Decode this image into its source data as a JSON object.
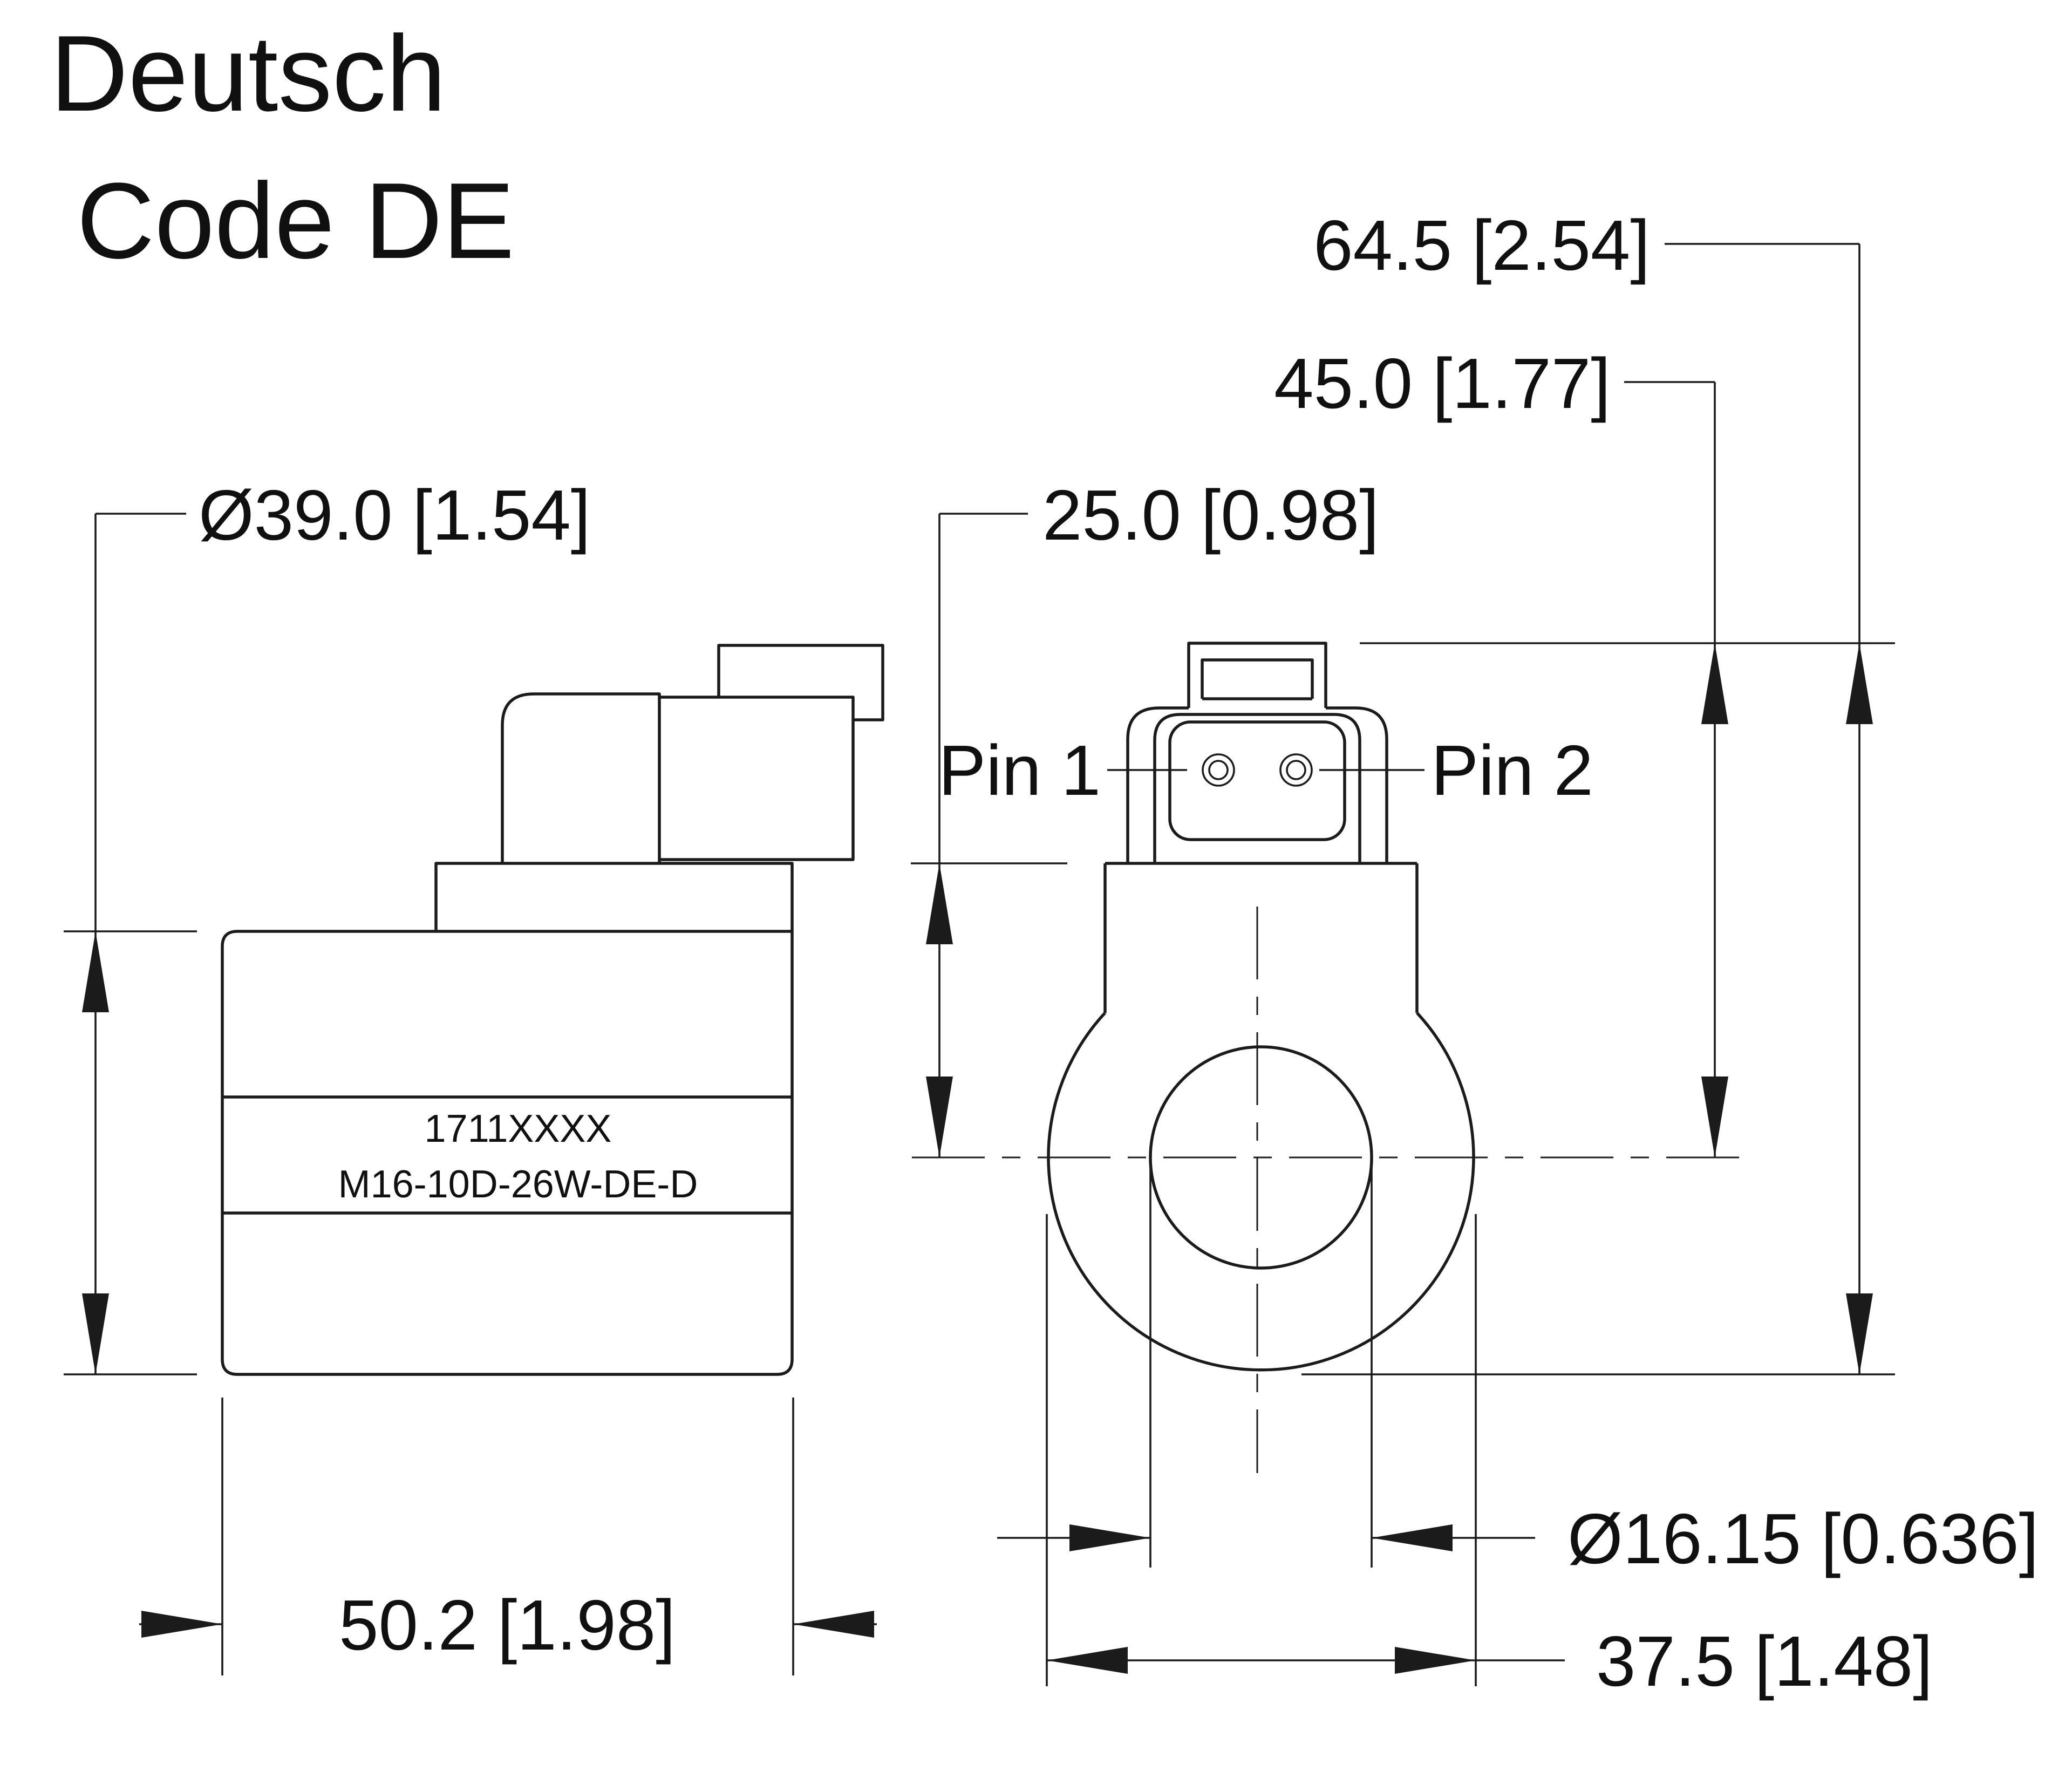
{
  "title": {
    "line1": "Deutsch",
    "line2": "Code DE"
  },
  "side_view": {
    "part_number": "1711XXXX",
    "model_code": "M16-10D-26W-DE-D"
  },
  "front_view": {
    "pin1_label": "Pin 1",
    "pin2_label": "Pin 2"
  },
  "dimensions": {
    "overall_height": "64.5 [2.54]",
    "height_tab_to_axis": "45.0 [1.77]",
    "coil_diameter": "Ø39.0 [1.54]",
    "connector_to_axis": "25.0 [0.98]",
    "coil_length": "50.2 [1.98]",
    "bore_diameter": "Ø16.15 [0.636]",
    "coil_width": "37.5 [1.48]"
  },
  "colors": {
    "line": "#1b1b1b",
    "background": "#ffffff"
  }
}
